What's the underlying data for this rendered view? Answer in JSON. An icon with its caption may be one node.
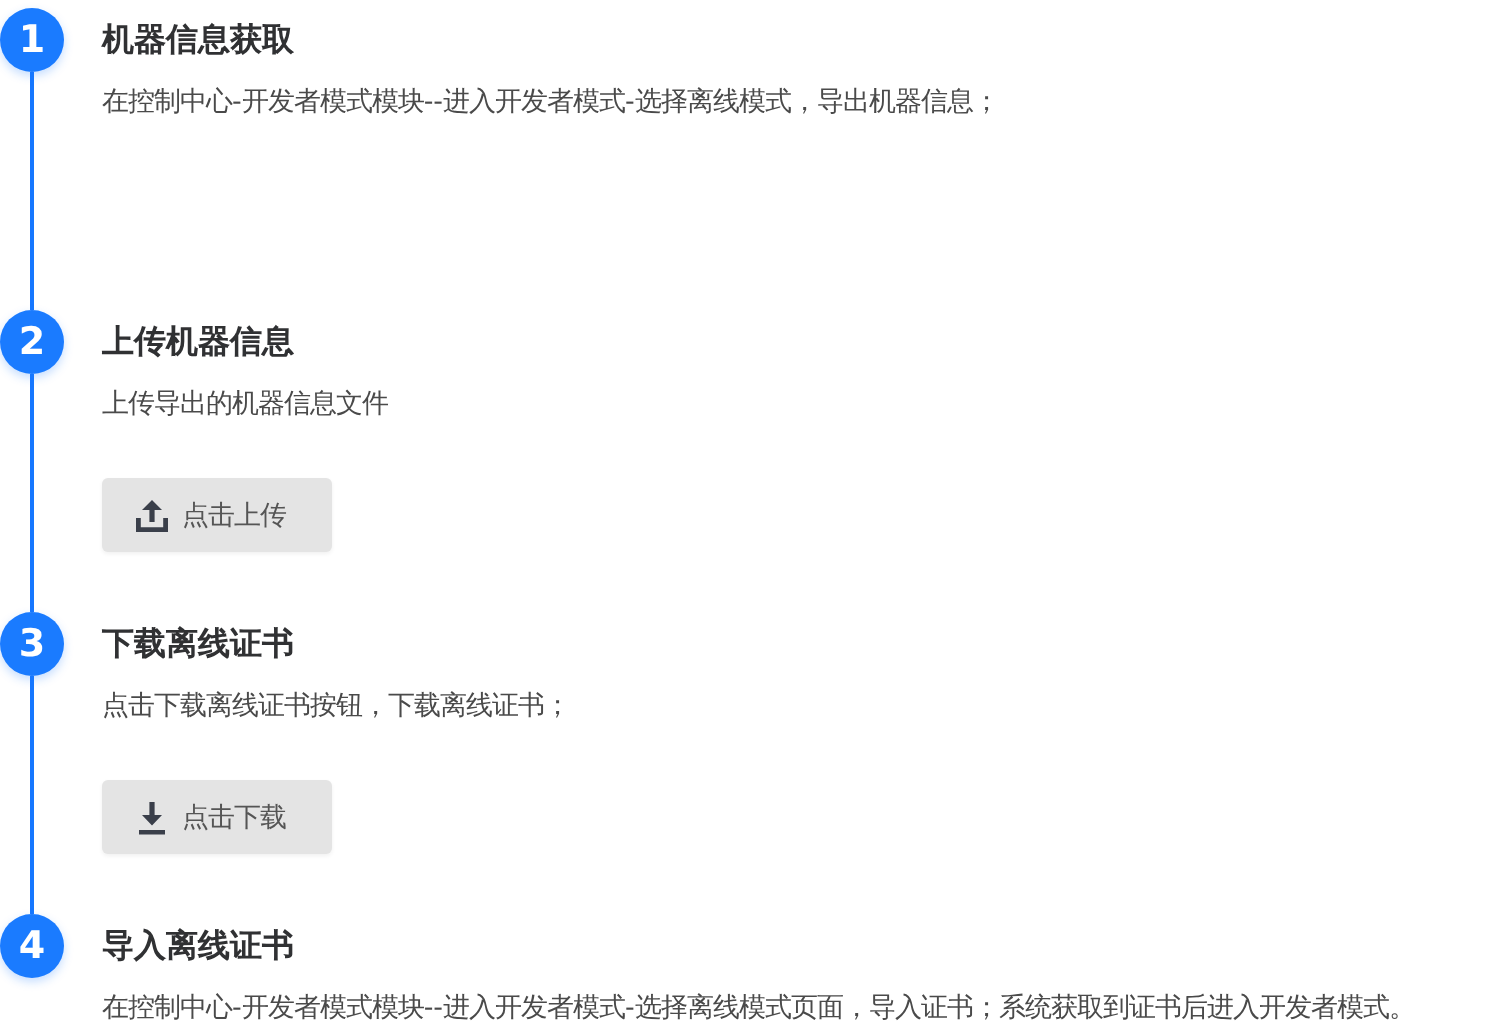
{
  "diagram": {
    "nodes": [
      {
        "text": [
          "1"
        ],
        "beside": [
          "机器信息获取",
          "在控制中心-开发者模式模块--进入开发者模式-选择离线模式，导出机器信息；"
        ]
      },
      {
        "text": [
          "2"
        ],
        "beside": [
          "上传机器信息",
          "上传导出的机器信息文件"
        ]
      },
      {
        "text": [
          "3"
        ],
        "beside": [
          "下载离线证书",
          "点击下载离线证书按钮，下载离线证书；"
        ]
      },
      {
        "text": [
          "4"
        ],
        "beside": [
          "导入离线证书",
          "在控制中心-开发者模式模块--进入开发者模式-选择离线模式页面，导入证书；系统获取到证书后进入开发者模式。"
        ]
      }
    ],
    "edges": [
      {
        "from": 0,
        "to": 1,
        "arrow": "none"
      },
      {
        "from": 1,
        "to": 2,
        "arrow": "none"
      },
      {
        "from": 2,
        "to": 3,
        "arrow": "none"
      }
    ],
    "labels": [
      "点击上传",
      "点击下载"
    ]
  }
}
